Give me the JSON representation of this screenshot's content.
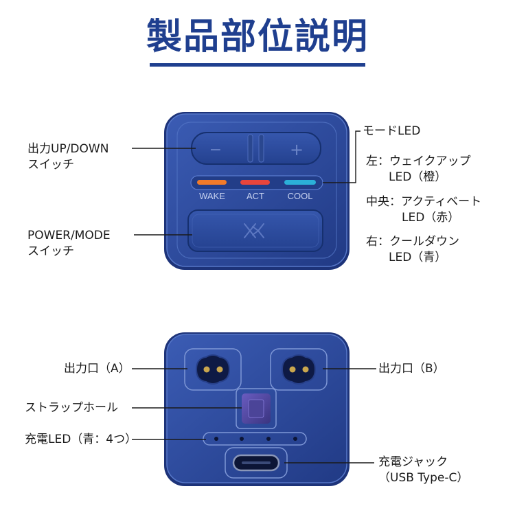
{
  "title": "製品部位説明",
  "colors": {
    "brand": "#1f3f8f",
    "device": "#2f4fa3",
    "led_wake": "#f07a2a",
    "led_act": "#e8453c",
    "led_cool": "#2bb0d8"
  },
  "front": {
    "button_minus": "−",
    "button_plus": "+",
    "leds": [
      "WAKE",
      "ACT",
      "COOL"
    ],
    "logo_icon": "brand-logo-icon"
  },
  "labels": {
    "output_switch": [
      "出力UP/DOWN",
      "スイッチ"
    ],
    "power_switch": [
      "POWER/MODE",
      "スイッチ"
    ],
    "mode_led_title": "モードLED",
    "mode_led_left": [
      "左：ウェイクアップ",
      "LED（橙）"
    ],
    "mode_led_center": [
      "中央：アクティベート",
      "LED（赤）"
    ],
    "mode_led_right": [
      "右：クールダウン",
      "LED（青）"
    ],
    "output_a": "出力口（A）",
    "output_b": "出力口（B）",
    "strap_hole": "ストラップホール",
    "charge_led": "充電LED（青：4つ）",
    "charge_jack": [
      "充電ジャック",
      "（USB Type-C）"
    ]
  }
}
